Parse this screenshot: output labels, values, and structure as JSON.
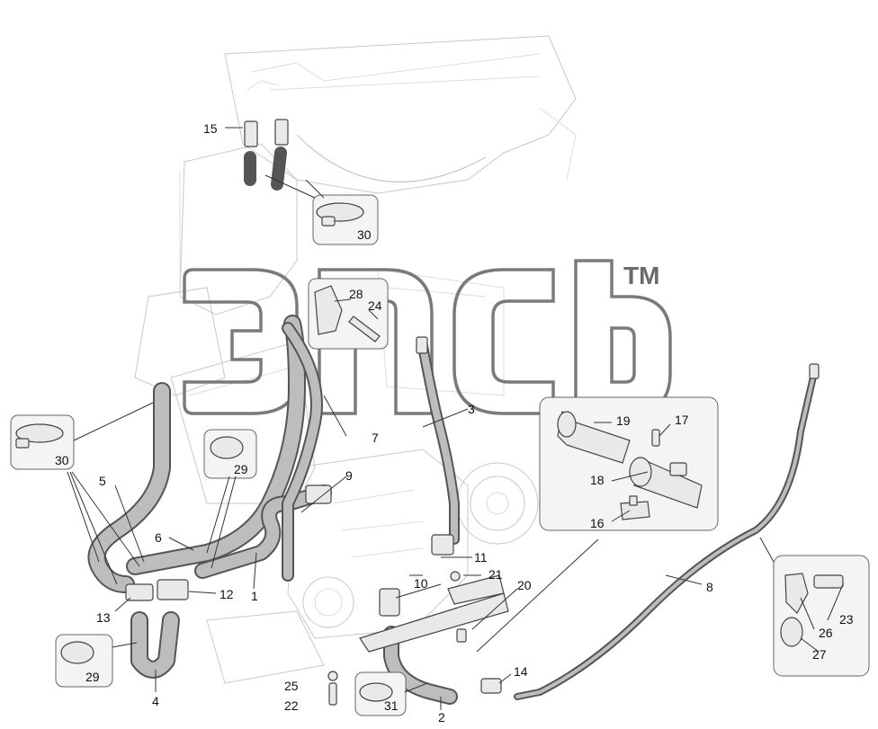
{
  "watermark": {
    "brand_glyphs": "эпсb",
    "trademark": "TM"
  },
  "labels": {
    "l1": "1",
    "l2": "2",
    "l3": "3",
    "l4": "4",
    "l5": "5",
    "l6": "6",
    "l7": "7",
    "l8": "8",
    "l9": "9",
    "l10": "10",
    "l11": "11",
    "l12": "12",
    "l13": "13",
    "l14": "14",
    "l15": "15",
    "l16": "16",
    "l17": "17",
    "l18": "18",
    "l19": "19",
    "l20": "20",
    "l21": "21",
    "l22": "22",
    "l23": "23",
    "l24": "24",
    "l25": "25",
    "l26": "26",
    "l27": "27",
    "l28": "28",
    "l29a": "29",
    "l29b": "29",
    "l30a": "30",
    "l30b": "30",
    "l31": "31"
  }
}
